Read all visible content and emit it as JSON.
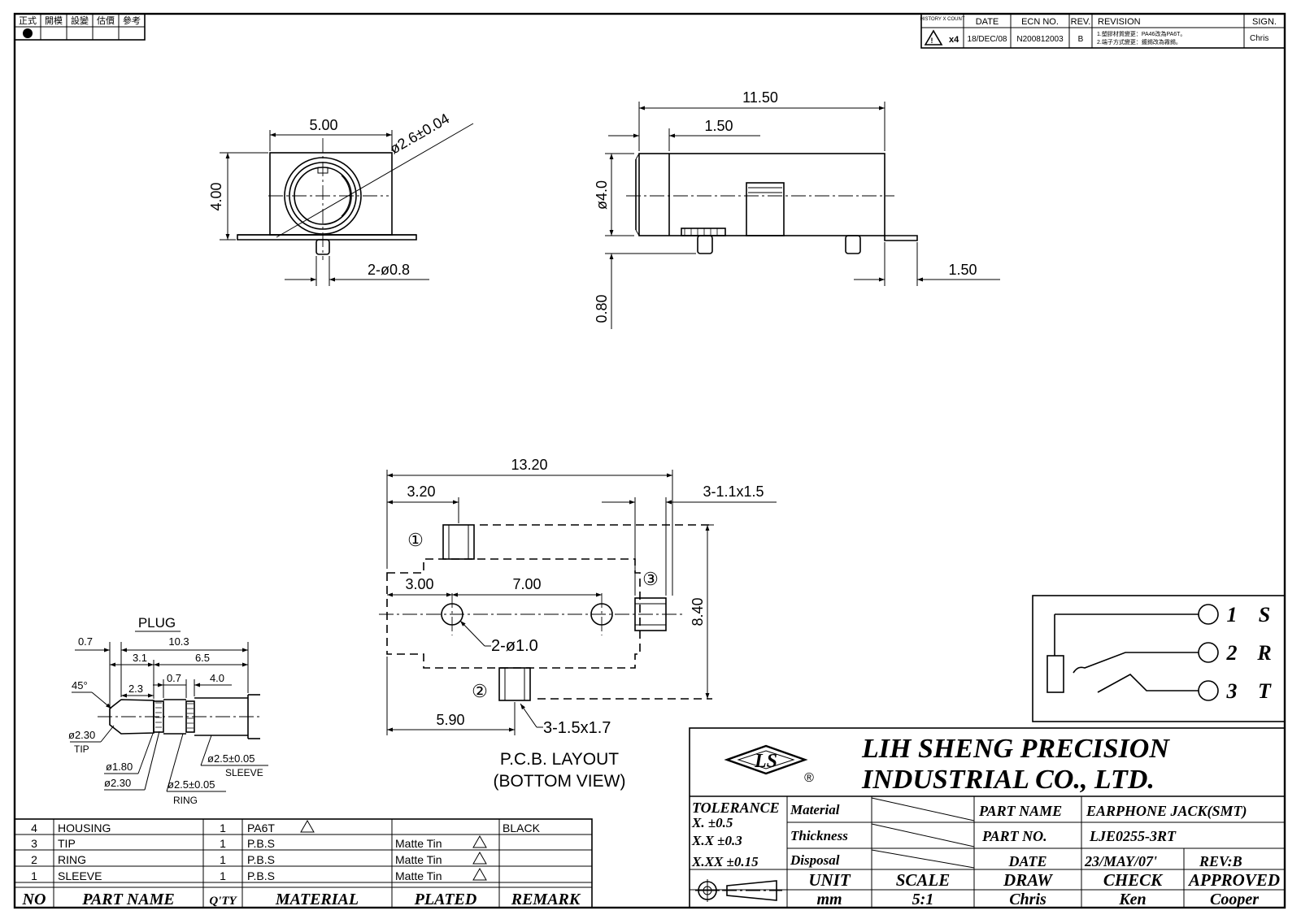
{
  "approval_box": {
    "headers": [
      "正式",
      "開模",
      "設變",
      "估價",
      "參考"
    ]
  },
  "revision_table": {
    "headers": [
      "HISTORY X COUNT",
      "DATE",
      "ECN NO.",
      "REV.",
      "REVISION",
      "SIGN."
    ],
    "row": {
      "count": "x4",
      "date": "18/DEC/08",
      "ecn": "N200812003",
      "rev": "B",
      "revision_line1": "1.塑膠材質變更：PA46改為PA6T。",
      "revision_line2": "2.端子方式變更：鍍錫改為霧錫。",
      "sign": "Chris"
    }
  },
  "front_view": {
    "width": "5.00",
    "height": "4.00",
    "hole": "ø2.6±0.04",
    "pins": "2-ø0.8"
  },
  "side_view": {
    "length": "11.50",
    "front": "1.50",
    "diameter": "ø4.0",
    "standoff": "0.80",
    "tab": "1.50"
  },
  "pcb_layout": {
    "overall_width": "13.20",
    "pad1_offset": "3.20",
    "pad3_size": "3-1.1x1.5",
    "height": "8.40",
    "hole_offset": "3.00",
    "hole_pitch": "7.00",
    "holes": "2-ø1.0",
    "pad2_offset": "5.90",
    "pad12_size": "3-1.5x1.7",
    "pad_labels": [
      "①",
      "②",
      "③"
    ],
    "caption_line1": "P.C.B.  LAYOUT",
    "caption_line2": "(BOTTOM  VIEW)"
  },
  "plug": {
    "title": "PLUG",
    "dims": {
      "a": "0.7",
      "b": "10.3",
      "c": "3.1",
      "d": "6.5",
      "e": "45°",
      "f": "2.3",
      "g": "0.7",
      "h": "4.0"
    },
    "labels": {
      "tip_d": "ø2.30",
      "tip": "TIP",
      "d180": "ø1.80",
      "d230": "ø2.30",
      "ring_d": "ø2.5±0.05",
      "ring": "RING",
      "sleeve_d": "ø2.5±0.05",
      "sleeve": "SLEEVE"
    }
  },
  "schematic": {
    "pins": [
      {
        "no": "1",
        "name": "S"
      },
      {
        "no": "2",
        "name": "R"
      },
      {
        "no": "3",
        "name": "T"
      }
    ]
  },
  "bom": {
    "headers": [
      "NO",
      "PART NAME",
      "Q'TY",
      "MATERIAL",
      "PLATED",
      "REMARK"
    ],
    "rows": [
      {
        "no": "4",
        "part": "HOUSING",
        "qty": "1",
        "material": "PA6T",
        "plated": "",
        "remark": "BLACK"
      },
      {
        "no": "3",
        "part": "TIP",
        "qty": "1",
        "material": "P.B.S",
        "plated": "Matte Tin",
        "remark": ""
      },
      {
        "no": "2",
        "part": "RING",
        "qty": "1",
        "material": "P.B.S",
        "plated": "Matte Tin",
        "remark": ""
      },
      {
        "no": "1",
        "part": "SLEEVE",
        "qty": "1",
        "material": "P.B.S",
        "plated": "Matte Tin",
        "remark": ""
      }
    ]
  },
  "title_block": {
    "company_line1": "LIH  SHENG  PRECISION",
    "company_line2": "INDUSTRIAL  CO.,  LTD.",
    "logo_registered": "®",
    "tolerance_title": "TOLERANCE",
    "tol_x": "X.    ±0.5",
    "tol_xx": "X.X   ±0.3",
    "tol_xxx": "X.XX  ±0.15",
    "material_label": "Material",
    "thickness_label": "Thickness",
    "disposal_label": "Disposal",
    "part_name_label": "PART  NAME",
    "part_name": "EARPHONE  JACK(SMT)",
    "part_no_label": "PART  NO.",
    "part_no": "LJE0255-3RT",
    "date_label": "DATE",
    "date": "23/MAY/07'",
    "rev": "REV:B",
    "unit_label": "UNIT",
    "unit": "mm",
    "scale_label": "SCALE",
    "scale": "5:1",
    "draw_label": "DRAW",
    "draw": "Chris",
    "check_label": "CHECK",
    "check": "Ken",
    "approved_label": "APPROVED",
    "approved": "Cooper"
  }
}
